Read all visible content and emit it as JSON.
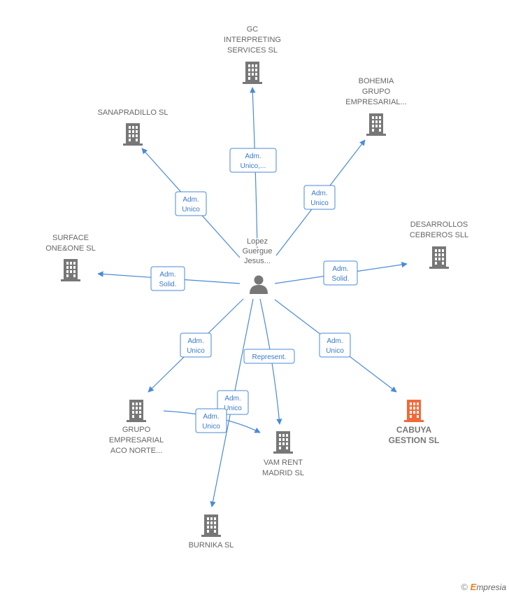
{
  "center": {
    "name_lines": [
      "Lopez",
      "Guergue",
      "Jesus..."
    ],
    "icon": "person-icon"
  },
  "nodes": [
    {
      "id": "gc",
      "lines": [
        "GC",
        "INTERPRETING",
        "SERVICES  SL"
      ],
      "icon": "building-icon",
      "highlight": false
    },
    {
      "id": "bohemia",
      "lines": [
        "BOHEMIA",
        "GRUPO",
        "EMPRESARIAL..."
      ],
      "icon": "building-icon",
      "highlight": false
    },
    {
      "id": "sanapradillo",
      "lines": [
        "SANAPRADILLO SL"
      ],
      "icon": "building-icon",
      "highlight": false
    },
    {
      "id": "desarrollos",
      "lines": [
        "DESARROLLOS",
        "CEBREROS  SLL"
      ],
      "icon": "building-icon",
      "highlight": false
    },
    {
      "id": "surface",
      "lines": [
        "SURFACE",
        "ONE&ONE  SL"
      ],
      "icon": "building-icon",
      "highlight": false
    },
    {
      "id": "grupo",
      "lines": [
        "GRUPO",
        "EMPRESARIAL",
        "ACO NORTE..."
      ],
      "icon": "building-icon",
      "highlight": false
    },
    {
      "id": "vam",
      "lines": [
        "VAM RENT",
        "MADRID  SL"
      ],
      "icon": "building-icon",
      "highlight": false
    },
    {
      "id": "cabuya",
      "lines": [
        "CABUYA",
        "GESTION  SL"
      ],
      "icon": "building-icon",
      "highlight": true
    },
    {
      "id": "burnika",
      "lines": [
        "BURNIKA SL"
      ],
      "icon": "building-icon",
      "highlight": false
    }
  ],
  "edges": [
    {
      "to": "gc",
      "label": [
        "Adm.",
        "Unico,..."
      ]
    },
    {
      "to": "bohemia",
      "label": [
        "Adm.",
        "Unico"
      ]
    },
    {
      "to": "sanapradillo",
      "label": [
        "Adm.",
        "Unico"
      ]
    },
    {
      "to": "desarrollos",
      "label": [
        "Adm.",
        "Solid."
      ]
    },
    {
      "to": "surface",
      "label": [
        "Adm.",
        "Solid."
      ]
    },
    {
      "to": "grupo",
      "label": [
        "Adm.",
        "Unico"
      ]
    },
    {
      "to": "vam",
      "label": [
        "Represent."
      ]
    },
    {
      "to": "cabuya",
      "label": [
        "Adm.",
        "Unico"
      ]
    },
    {
      "to": "burnika",
      "label": [
        "Adm.",
        "Unico"
      ]
    },
    {
      "from": "grupo",
      "to": "vam",
      "label": [
        "Adm.",
        "Unico"
      ]
    }
  ],
  "colors": {
    "edge": "#4a8ad8",
    "node": "#777777",
    "highlight": "#f26a3a"
  },
  "footer": {
    "copyright": "©",
    "brand_first": "E",
    "brand_rest": "mpresia"
  }
}
